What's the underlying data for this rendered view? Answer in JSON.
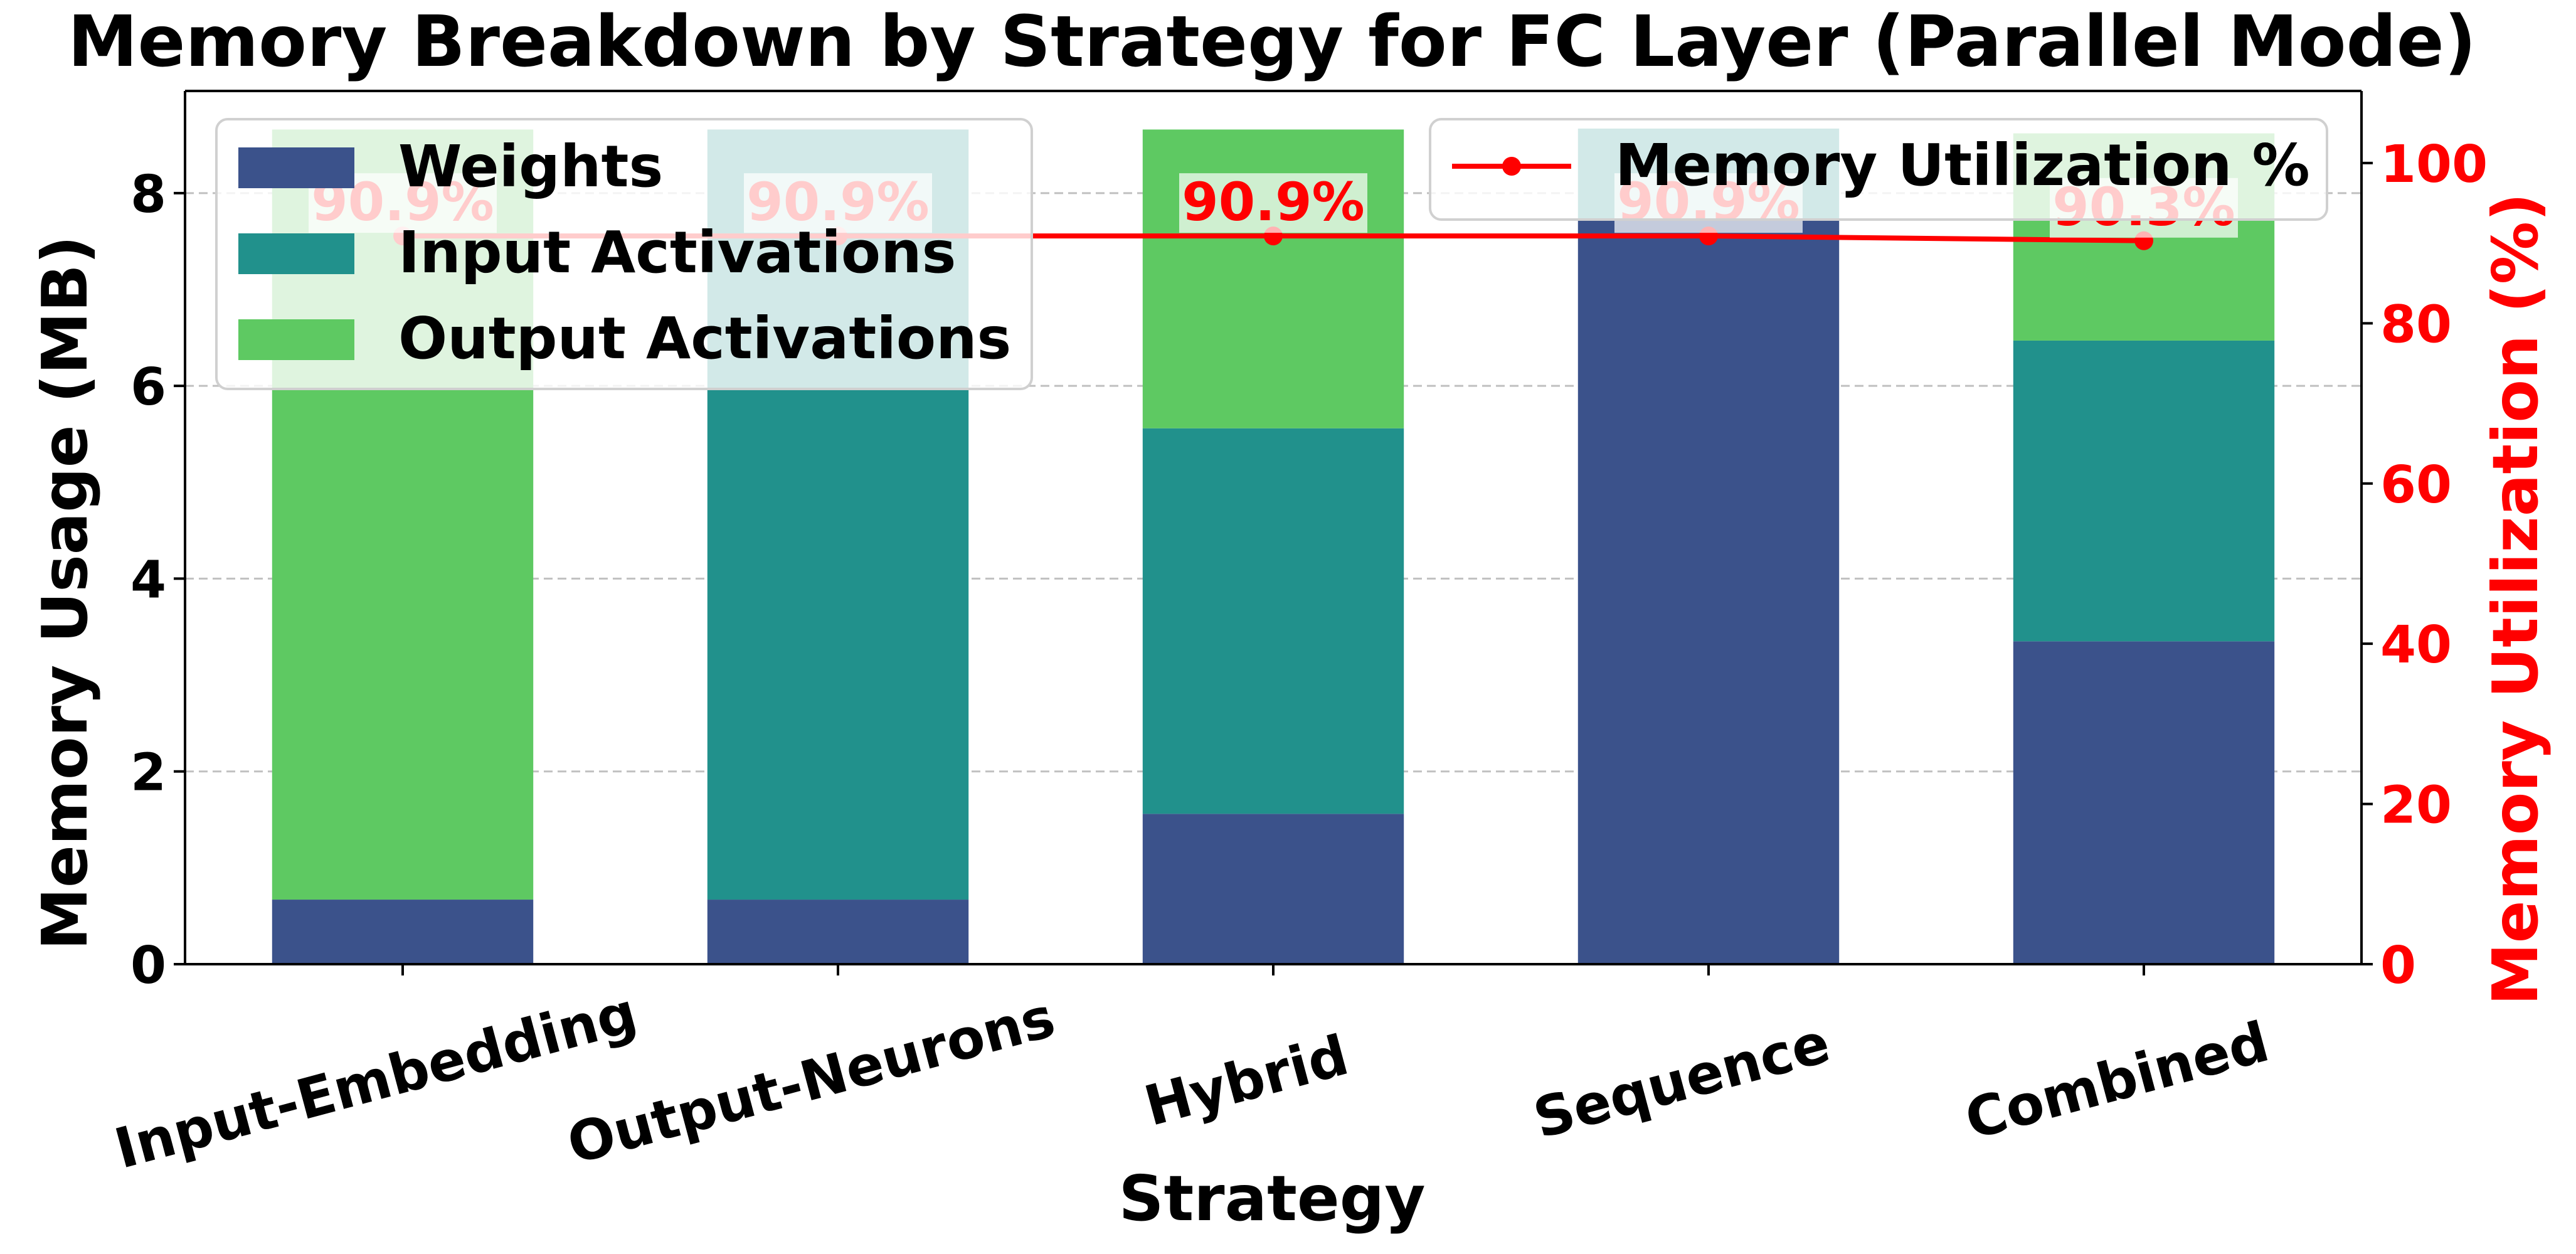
{
  "chart_data": {
    "type": "bar",
    "title": "Memory Breakdown by Strategy for FC Layer (Parallel Mode)",
    "xlabel": "Strategy",
    "ylabel": "Memory Usage (MB)",
    "y2label": "Memory Utilization (%)",
    "categories": [
      "Input-Embedding",
      "Output-Neurons",
      "Hybrid",
      "Sequence",
      "Combined"
    ],
    "ylim": [
      0,
      9.06
    ],
    "yticks": [
      0,
      2,
      4,
      6,
      8
    ],
    "y2lim": [
      0,
      109
    ],
    "y2ticks": [
      0,
      20,
      40,
      60,
      80,
      100
    ],
    "grid": true,
    "stacked": true,
    "series": [
      {
        "name": "Weights",
        "color": "#3b528b",
        "values": [
          0.67,
          0.67,
          1.56,
          7.73,
          3.35
        ]
      },
      {
        "name": "Input Activations",
        "color": "#21918c",
        "values": [
          0.0,
          7.99,
          4.0,
          0.94,
          3.12
        ]
      },
      {
        "name": "Output Activations",
        "color": "#5ec962",
        "values": [
          7.99,
          0.0,
          3.1,
          0.0,
          2.15
        ]
      }
    ],
    "line_series": {
      "name": "Memory Utilization %",
      "color": "#ff0000",
      "values": [
        90.9,
        90.9,
        90.9,
        90.9,
        90.3
      ],
      "labels": [
        "90.9%",
        "90.9%",
        "90.9%",
        "90.9%",
        "90.3%"
      ]
    },
    "legend_left": "top-left",
    "legend_right": "top-right"
  }
}
